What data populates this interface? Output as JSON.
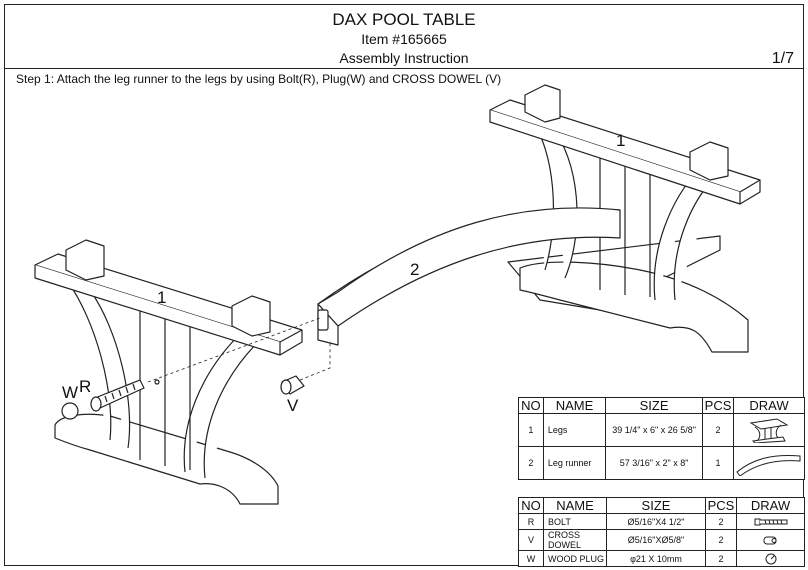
{
  "header": {
    "title": "DAX POOL TABLE",
    "item": "Item #165665",
    "subtitle": "Assembly Instruction",
    "page": "1/7"
  },
  "step": "Step 1: Attach the leg runner to the legs by using Bolt(R), Plug(W) and CROSS DOWEL (V)",
  "callouts": {
    "leg_left": "1",
    "leg_right": "1",
    "runner": "2",
    "w": "W",
    "r": "R",
    "v": "V"
  },
  "parts_table": {
    "headers": [
      "NO",
      "NAME",
      "SIZE",
      "PCS",
      "DRAW"
    ],
    "rows": [
      {
        "no": "1",
        "name": "Legs",
        "size": "39 1/4\" x 6\" x 26 5/8\"",
        "pcs": "2",
        "draw": "leg-icon"
      },
      {
        "no": "2",
        "name": "Leg runner",
        "size": "57 3/16\" x 2\" x 8\"",
        "pcs": "1",
        "draw": "runner-icon"
      }
    ]
  },
  "hardware_table": {
    "headers": [
      "NO",
      "NAME",
      "SIZE",
      "PCS",
      "DRAW"
    ],
    "rows": [
      {
        "no": "R",
        "name": "BOLT",
        "size": "Ø5/16\"X4 1/2\"",
        "pcs": "2",
        "draw": "bolt-icon"
      },
      {
        "no": "V",
        "name": "CROSS DOWEL",
        "size": "Ø5/16\"XØ5/8\"",
        "pcs": "2",
        "draw": "cross-dowel-icon"
      },
      {
        "no": "W",
        "name": "WOOD PLUG",
        "size": "φ21 X 10mm",
        "pcs": "2",
        "draw": "wood-plug-icon"
      }
    ]
  }
}
